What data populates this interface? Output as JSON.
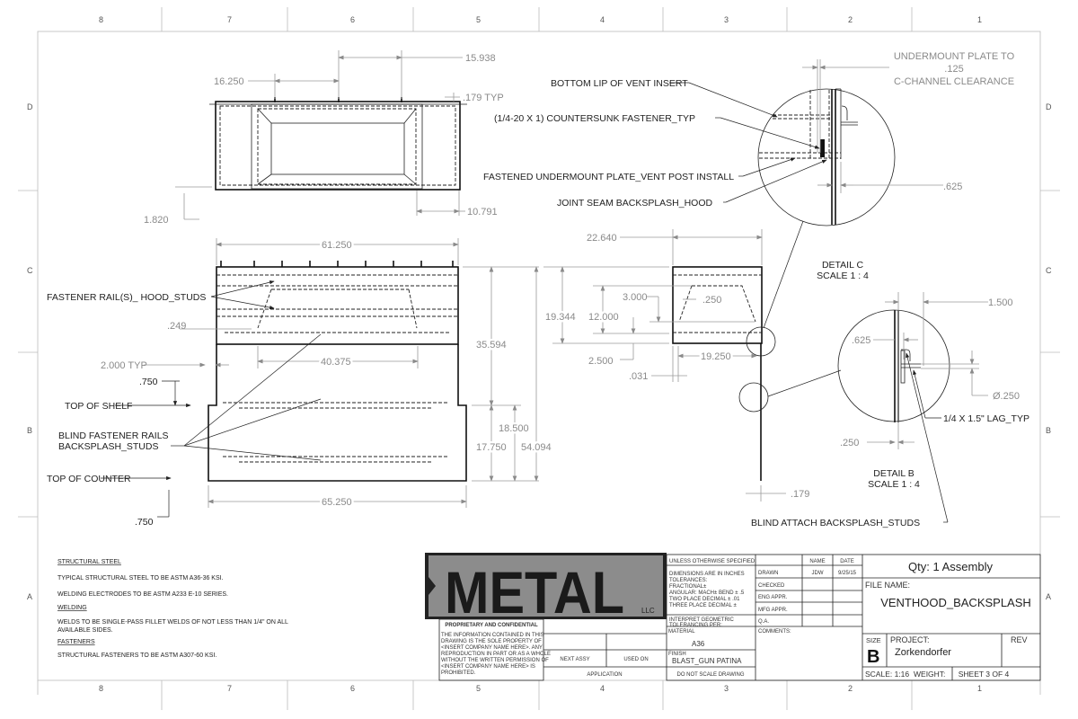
{
  "zones": {
    "columns": [
      "8",
      "7",
      "6",
      "5",
      "4",
      "3",
      "2",
      "1"
    ],
    "rows": [
      "D",
      "C",
      "B",
      "A"
    ]
  },
  "top_view": {
    "dims": {
      "d1": "16.250",
      "d2": "15.938",
      "d3": ".179 TYP",
      "d4": "1.820",
      "d5": "10.791"
    }
  },
  "front_view": {
    "dims": {
      "w_top": "61.250",
      "w_bottom": "65.250",
      "w_inner": "40.375",
      "h_hood": "35.594",
      "h_shelf": "18.500",
      "h_lower": "17.750",
      "h_total": "54.094",
      "gap": ".249",
      "typ": "2.000 TYP",
      "shelf_off": ".750",
      "counter_off": ".750"
    },
    "labels": {
      "hood_studs": "FASTENER RAIL(S)_ HOOD_STUDS",
      "top_shelf": "TOP OF SHELF",
      "blind_1": "BLIND FASTENER RAILS",
      "blind_2": "BACKSPLASH_STUDS",
      "top_counter": "TOP OF COUNTER"
    }
  },
  "side_view": {
    "dims": {
      "w": "22.640",
      "h": "19.344",
      "h2": "12.000",
      "d3": "3.000",
      "d4": ".250",
      "d5": "2.500",
      "d6": "19.250",
      "d7": ".031",
      "d8": ".179"
    },
    "labels": {
      "bottom_lip": "BOTTOM LIP OF VENT INSERT",
      "countersunk": "(1/4-20 X 1) COUNTERSUNK FASTENER_TYP",
      "fastened": "FASTENED UNDERMOUNT PLATE_VENT POST INSTALL",
      "joint": "JOINT SEAM BACKSPLASH_HOOD"
    }
  },
  "detail_c": {
    "title": "DETAIL C",
    "scale": "SCALE 1 : 4",
    "note_1": "UNDERMOUNT PLATE TO",
    "note_2": ".125",
    "note_3": "C-CHANNEL CLEARANCE",
    "dim": ".625"
  },
  "detail_b": {
    "title": "DETAIL B",
    "scale": "SCALE 1 : 4",
    "d1": "1.500",
    "d2": ".625",
    "d3": "Ø.250",
    "d4": ".250",
    "lag": "1/4 X 1.5\" LAG_TYP",
    "blind": "BLIND ATTACH BACKSPLASH_STUDS"
  },
  "notes": [
    {
      "text": "STRUCTURAL STEEL",
      "heading": true
    },
    {
      "text": "TYPICAL STRUCTURAL STEEL TO BE ASTM A36-36 KSI.",
      "heading": false
    },
    {
      "text": "WELDING ELECTRODES TO BE ASTM A233 E-10 SERIES.",
      "heading": false
    },
    {
      "text": "WELDING",
      "heading": true
    },
    {
      "text": "WELDS TO BE SINGLE-PASS FILLET WELDS OF NOT LESS THAN 1/4\" ON ALL",
      "heading": false
    },
    {
      "text": "AVAILABLE SIDES.",
      "heading": false
    },
    {
      "text": "FASTENERS",
      "heading": true
    },
    {
      "text": "STRUCTURAL FASTENERS TO BE ASTM A307-60 KSI.",
      "heading": false
    }
  ],
  "logo": {
    "text": "METAL",
    "suffix": "LLC"
  },
  "proprietary": {
    "title": "PROPRIETARY AND CONFIDENTIAL",
    "lines": [
      "THE INFORMATION CONTAINED IN THIS",
      "DRAWING IS THE SOLE PROPERTY OF",
      "<INSERT COMPANY NAME HERE>.  ANY",
      "REPRODUCTION IN PART OR AS A WHOLE",
      "WITHOUT THE WRITTEN PERMISSION OF",
      "<INSERT COMPANY NAME HERE> IS",
      "PROHIBITED."
    ]
  },
  "title_block": {
    "next_assy": "NEXT ASSY",
    "used_on": "USED ON",
    "application": "APPLICATION",
    "unless": "UNLESS OTHERWISE SPECIFIED:",
    "tol_lines": [
      "DIMENSIONS ARE IN INCHES",
      "TOLERANCES:",
      "FRACTIONAL±",
      "ANGULAR: MACH±    BEND ± .5",
      "TWO PLACE DECIMAL    ± .01",
      "THREE PLACE DECIMAL  ±"
    ],
    "interpret_1": "INTERPRET GEOMETRIC",
    "interpret_2": "TOLERANCING PER:",
    "material_label": "MATERIAL",
    "material": "A36",
    "finish_label": "FINISH",
    "finish": "BLAST_GUN PATINA",
    "do_not_scale": "DO NOT SCALE DRAWING",
    "name_h": "NAME",
    "date_h": "DATE",
    "rows": [
      {
        "label": "DRAWN",
        "name": "JDW",
        "date": "9/25/15"
      },
      {
        "label": "CHECKED",
        "name": "",
        "date": ""
      },
      {
        "label": "ENG APPR.",
        "name": "",
        "date": ""
      },
      {
        "label": "MFG APPR.",
        "name": "",
        "date": ""
      },
      {
        "label": "Q.A.",
        "name": "",
        "date": ""
      }
    ],
    "comments": "COMMENTS:",
    "qty": "Qty: 1 Assembly",
    "file_name_label": "FILE NAME:",
    "file_name": "VENTHOOD_BACKSPLASH",
    "size_label": "SIZE",
    "size": "B",
    "project_label": "PROJECT:",
    "project": "Zorkendorfer",
    "rev_label": "REV",
    "scale": "SCALE: 1:16",
    "weight": "WEIGHT:",
    "sheet": "SHEET 3 OF 4"
  }
}
